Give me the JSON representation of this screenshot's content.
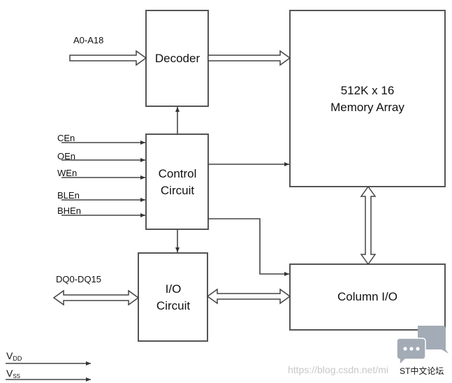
{
  "blocks": {
    "decoder": "Decoder",
    "memory_line1": "512K x 16",
    "memory_line2": "Memory Array",
    "control_line1": "Control",
    "control_line2": "Circuit",
    "io_line1": "I/O",
    "io_line2": "Circuit",
    "column_io": "Column I/O"
  },
  "signals": {
    "address": "A0-A18",
    "data": "DQ0-DQ15",
    "controls": [
      "CEn",
      "OEn",
      "WEn",
      "BLEn",
      "BHEn"
    ],
    "vdd_main": "V",
    "vdd_sub": "DD",
    "vss_main": "V",
    "vss_sub": "SS"
  },
  "watermark": {
    "url": "https://blog.csdn.net/mi",
    "forum": "ST中文论坛"
  }
}
